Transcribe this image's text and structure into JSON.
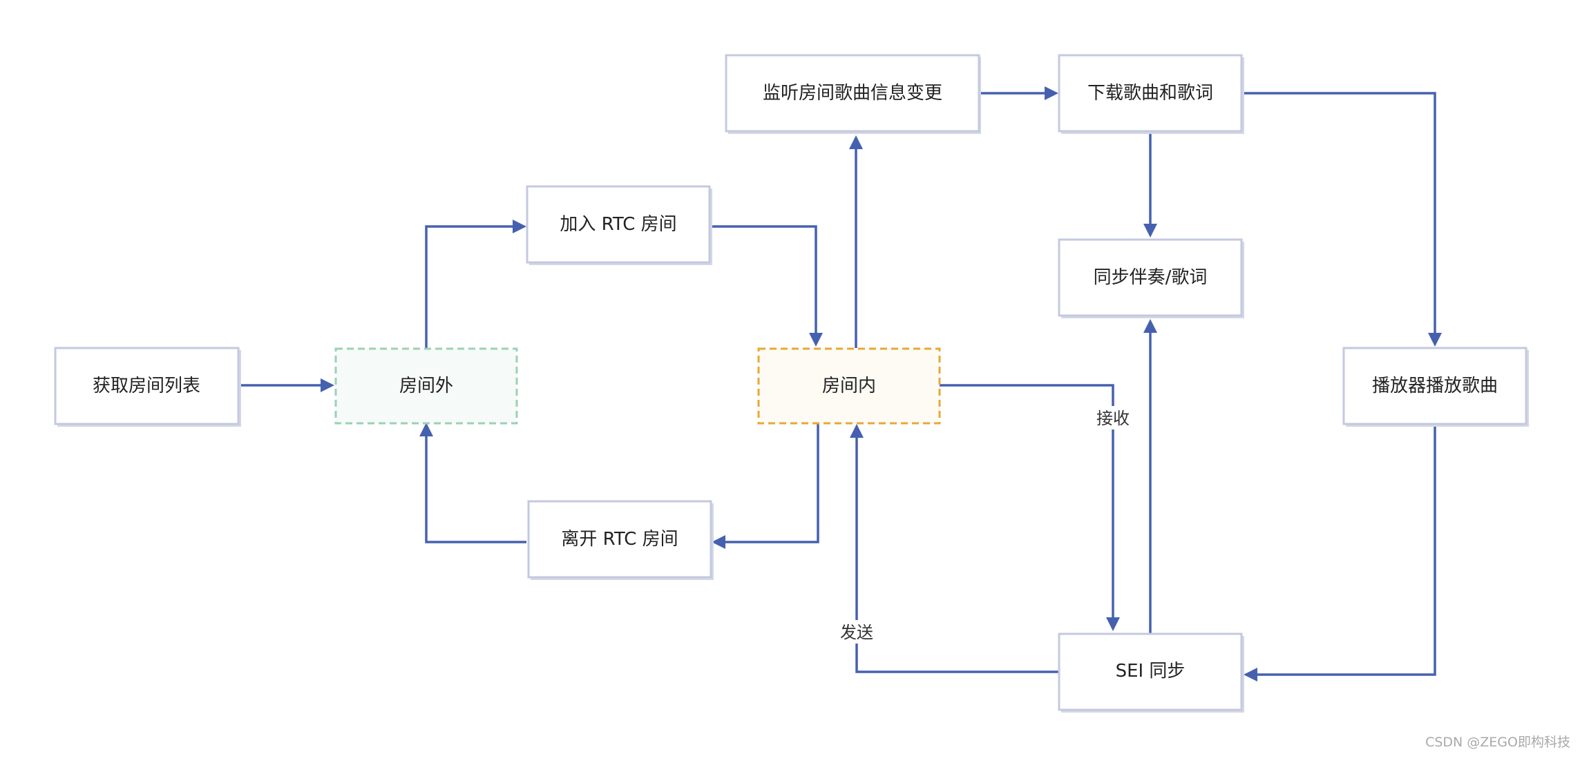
{
  "nodes": {
    "get_room_list": "获取房间列表",
    "outside_room": "房间外",
    "join_rtc_room": "加入 RTC 房间",
    "leave_rtc_room": "离开 RTC 房间",
    "inside_room": "房间内",
    "listen_song_info": "监听房间歌曲信息变更",
    "download_song_lyrics": "下载歌曲和歌词",
    "sync_accompaniment": "同步伴奏/歌词",
    "player_play_song": "播放器播放歌曲",
    "sei_sync": "SEI 同步"
  },
  "edge_labels": {
    "receive": "接收",
    "send": "发送"
  },
  "watermark": "CSDN @ZEGO即构科技",
  "colors": {
    "edge": "#4660b0",
    "node_border": "#c3c9df",
    "outside_border": "#9ad2b4",
    "inside_border": "#e8a833",
    "text": "#222222",
    "watermark": "#a9a9a9"
  }
}
